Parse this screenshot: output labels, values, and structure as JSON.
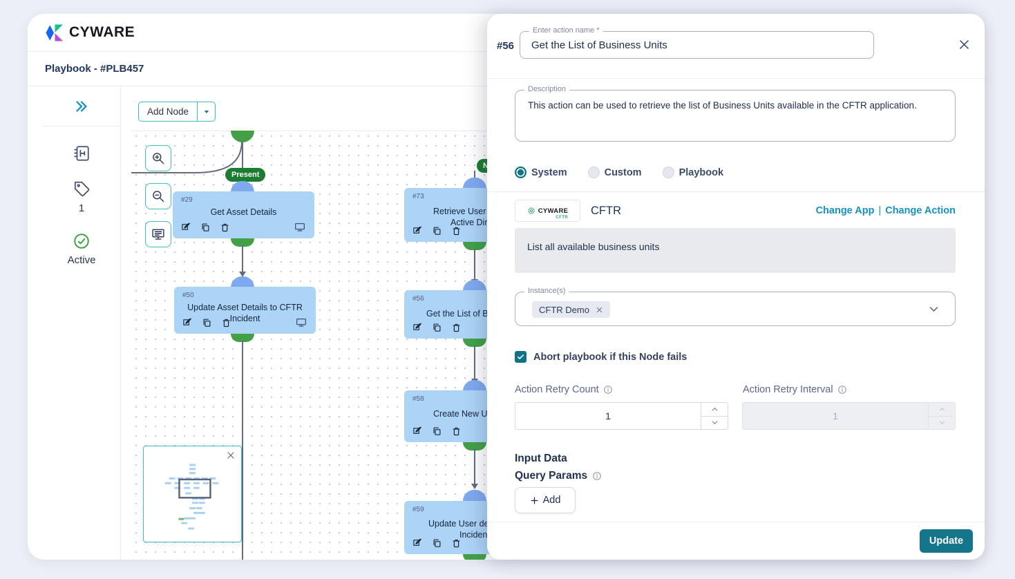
{
  "header": {
    "brand": "CYWARE",
    "page_title": "Playbook - #PLB457"
  },
  "rail": {
    "tag_count": "1",
    "status_label": "Active"
  },
  "canvas": {
    "add_node_label": "Add Node",
    "present_badge": "Present",
    "incoming_badge": "N",
    "nodes": [
      {
        "id": "#29",
        "line1": "Get Asset Details"
      },
      {
        "id": "#50",
        "line1": "Update Asset Details to CFTR",
        "line2": "Incident"
      },
      {
        "id": "#73",
        "line1": "Retrieve User De",
        "line2": "Active Dire"
      },
      {
        "id": "#56",
        "line1": "Get the List of Bus"
      },
      {
        "id": "#58",
        "line1": "Create New Use"
      },
      {
        "id": "#59",
        "line1": "Update User deta",
        "line2": "Inciden"
      }
    ]
  },
  "panel": {
    "node_id": "#56",
    "action_name": {
      "label": "Enter action name *",
      "value": "Get the List of Business Units"
    },
    "description": {
      "label": "Description",
      "value": "This action can be used to retrieve the list of Business Units available in the CFTR application."
    },
    "action_type": {
      "system": "System",
      "custom": "Custom",
      "playbook": "Playbook",
      "selected": "System"
    },
    "app": {
      "logo_title": "CYWARE",
      "logo_sub": "CFTR",
      "name": "CFTR",
      "change_app": "Change App",
      "separator": "|",
      "change_action": "Change Action"
    },
    "action_summary": "List all available business units",
    "instances": {
      "label": "Instance(s)",
      "chip": "CFTR Demo"
    },
    "abort": {
      "label": "Abort playbook if this Node fails",
      "checked": true
    },
    "retry_count": {
      "label": "Action Retry Count",
      "value": "1"
    },
    "retry_interval": {
      "label": "Action Retry Interval",
      "value": "1",
      "disabled": true
    },
    "input_data_label": "Input Data",
    "query_params_label": "Query Params",
    "add_button_label": "Add",
    "update_button_label": "Update"
  },
  "colors": {
    "accent_teal": "#15758A",
    "link_blue": "#1592C4",
    "node_blue": "#ACD4F6",
    "port_green": "#43A047",
    "port_blue": "#7FA9EF",
    "badge_green": "#1C7D32",
    "canvas_teal_border": "#3DBDC2"
  }
}
